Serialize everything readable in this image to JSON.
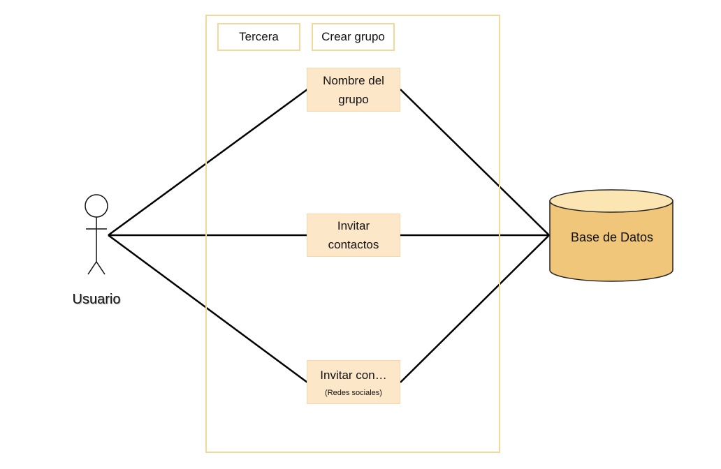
{
  "system": {
    "boundary_tabs": [
      "Tercera",
      "Crear grupo"
    ]
  },
  "actor": {
    "name": "Usuario"
  },
  "use_cases": [
    {
      "line1": "Nombre del",
      "line2": "grupo"
    },
    {
      "line1": "Invitar",
      "line2": "contactos"
    },
    {
      "line1": "Invitar con…",
      "sub": "(Redes sociales)"
    }
  ],
  "database": {
    "label": "Base de Datos"
  },
  "colors": {
    "boundary_border": "#f0d99a",
    "usecase_fill": "#fde7c9",
    "database_fill": "#f0c77a",
    "database_top": "#fbe5b3",
    "line": "#000000"
  }
}
